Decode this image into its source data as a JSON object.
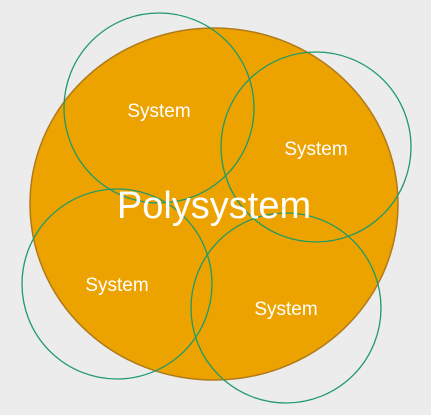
{
  "diagram": {
    "main_label": "Polysystem",
    "systems": [
      {
        "label": "System"
      },
      {
        "label": "System"
      },
      {
        "label": "System"
      },
      {
        "label": "System"
      }
    ]
  },
  "colors": {
    "background": "#ececec",
    "polysystem_fill": "#eca300",
    "polysystem_stroke": "#b07a1a",
    "system_stroke": "#1e9a6a"
  }
}
